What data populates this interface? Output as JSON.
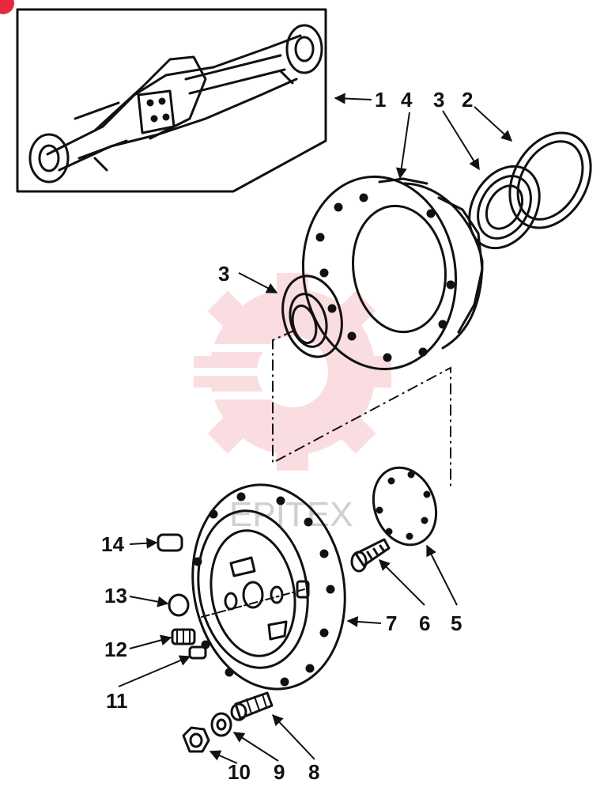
{
  "diagram": {
    "watermark_text": "EPITEX",
    "accent_color": "#e8283c",
    "callouts": {
      "c1": "1",
      "c2": "2",
      "c3a": "3",
      "c3b": "3",
      "c4": "4",
      "c5": "5",
      "c6": "6",
      "c7": "7",
      "c8": "8",
      "c9": "9",
      "c10": "10",
      "c11": "11",
      "c12": "12",
      "c13": "13",
      "c14": "14"
    }
  }
}
